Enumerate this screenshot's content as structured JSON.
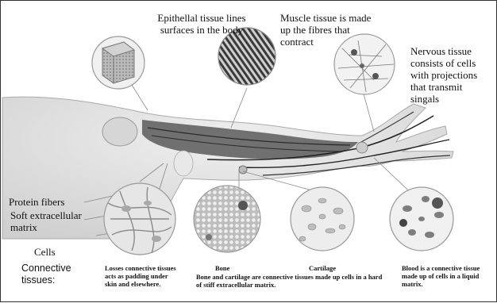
{
  "labels": {
    "epithelial": "Epithellal tissue lines surfaces in the body",
    "muscle": "Muscle tissue is made up the fibres that contract",
    "nervous": "Nervous tissue consists of cells with projections that transmit singals",
    "protein_fibers": "Protein fibers",
    "soft_matrix": "Soft extracellular matrix",
    "cells": "Cells",
    "connective_tissues": "Connective tissues:",
    "loose_connective": "Losses connective tissues acts as padding under skin and elsewhere.",
    "bone": "Bone",
    "cartilage": "Cartilage",
    "bone_cartilage_desc": "Bone and cartilage are connective tissues made up cells in a hard of stiff extracellular matrix.",
    "blood": "Blood is a connective tissue made up of cells in a liquid matrix."
  },
  "colors": {
    "skin": "#e3e3e3",
    "muscle": "#4a4a4a",
    "line": "#777777",
    "circle_fill": "#f2f2f2"
  }
}
